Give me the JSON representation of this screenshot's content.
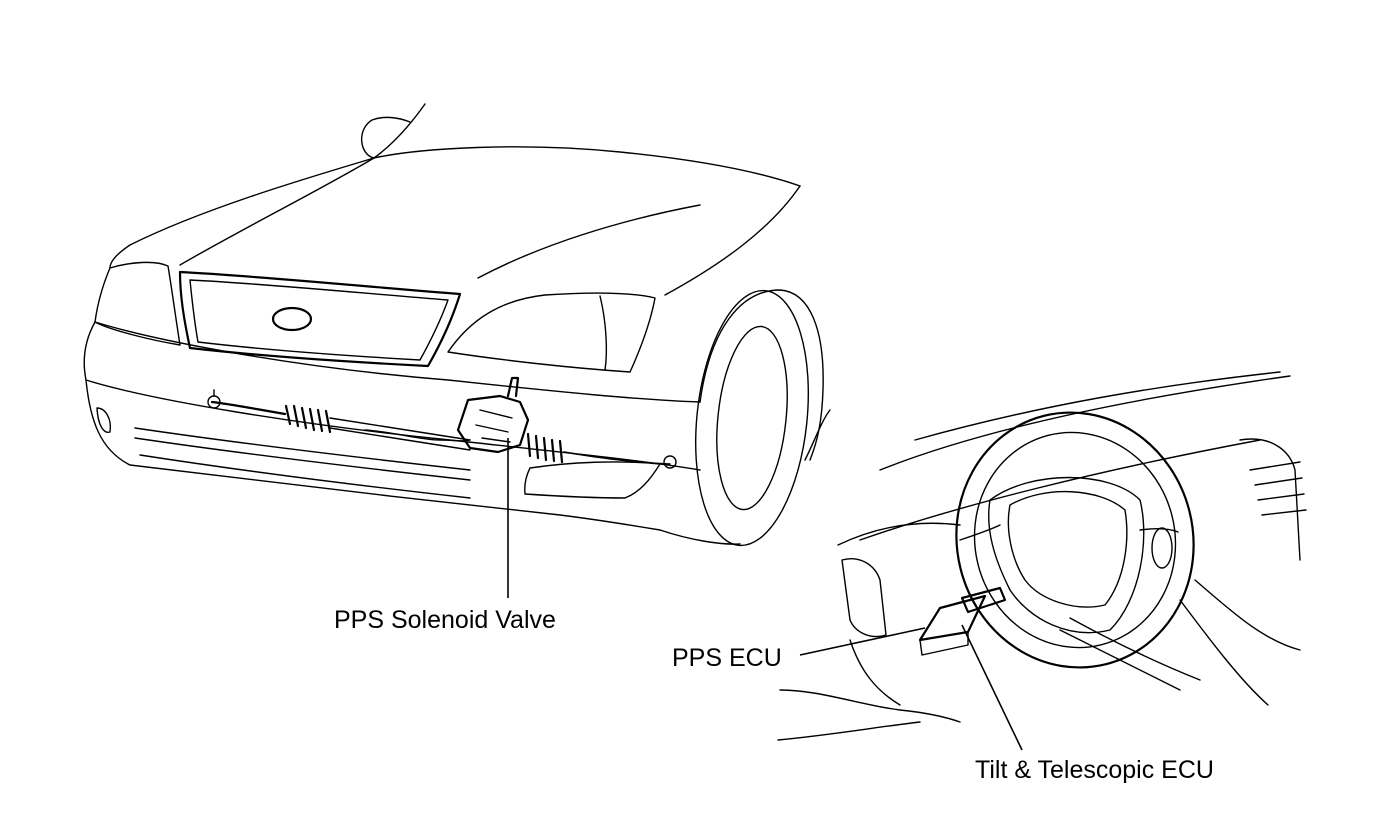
{
  "labels": {
    "pps_solenoid_valve": "PPS Solenoid Valve",
    "pps_ecu": "PPS ECU",
    "tilt_telescopic_ecu": "Tilt & Telescopic ECU"
  }
}
